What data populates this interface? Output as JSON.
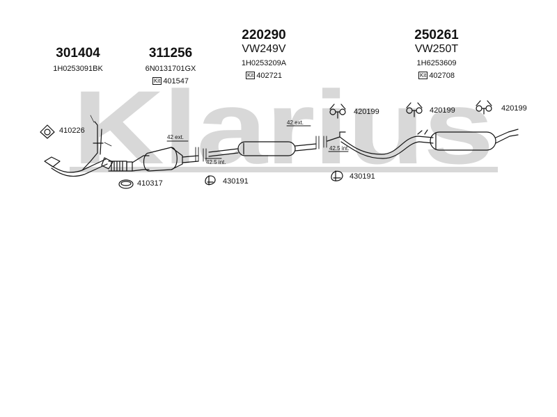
{
  "watermark": {
    "text": "Klarius"
  },
  "groups": [
    {
      "part": "301404",
      "model": "",
      "oem": "1H0253091BK",
      "kit": ""
    },
    {
      "part": "311256",
      "model": "",
      "oem": "6N0131701GX",
      "kit": "401547"
    },
    {
      "part": "220290",
      "model": "VW249V",
      "oem": "1H0253209A",
      "kit": "402721"
    },
    {
      "part": "250261",
      "model": "VW250T",
      "oem": "1H6253609",
      "kit": "402708"
    }
  ],
  "kit_badge": "Kit",
  "fittings": {
    "gasket_left": "410226",
    "ring": "410317",
    "clamp_mid": "430191",
    "clamp_right": "430191",
    "hanger_1": "420199",
    "hanger_2": "420199",
    "hanger_3": "420199"
  },
  "dims": {
    "ext_1": "42 ext.",
    "int_1": "42.5 int.",
    "ext_2": "42 ext.",
    "int_2": "42.5 int."
  }
}
